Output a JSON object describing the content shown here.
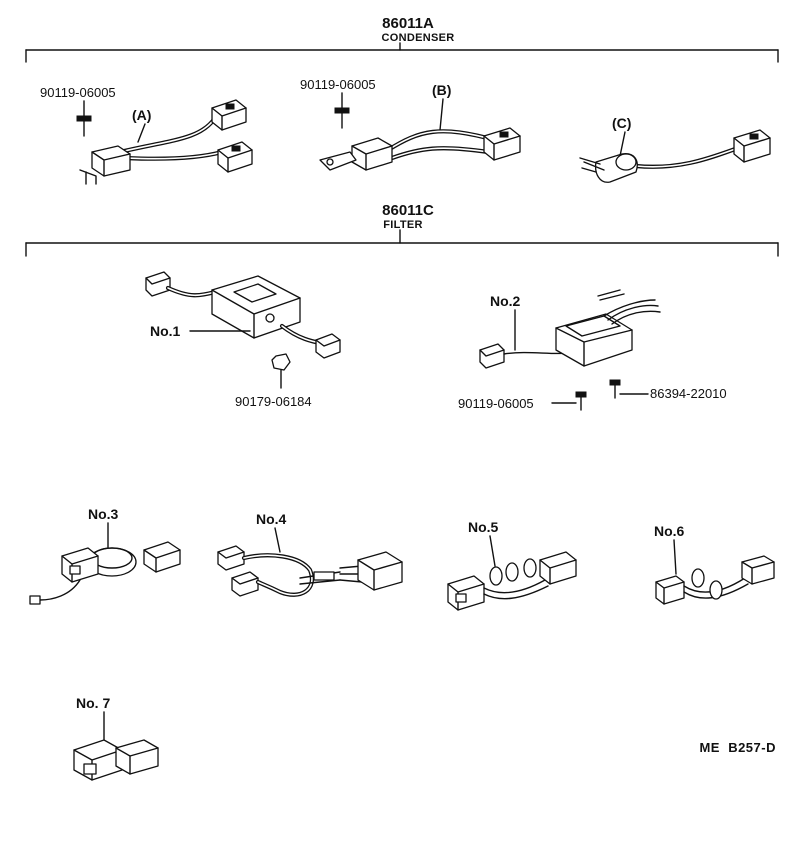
{
  "groups": {
    "condenser": {
      "part_number": "86011A",
      "name": "CONDENSER"
    },
    "filter": {
      "part_number": "86011C",
      "name": "FILTER"
    }
  },
  "condenser_items": {
    "a": {
      "label": "(A)",
      "bolt": "90119-06005"
    },
    "b": {
      "label": "(B)",
      "bolt": "90119-06005"
    },
    "c": {
      "label": "(C)"
    }
  },
  "filter_items": {
    "no1": {
      "label": "No.1",
      "nut": "90179-06184"
    },
    "no2": {
      "label": "No.2",
      "bolt": "90119-06005",
      "screw": "86394-22010"
    },
    "no3": {
      "label": "No.3"
    },
    "no4": {
      "label": "No.4"
    },
    "no5": {
      "label": "No.5"
    },
    "no6": {
      "label": "No.6"
    },
    "no7": {
      "label": "No. 7"
    }
  },
  "diagram_code": "ME  B257-D"
}
